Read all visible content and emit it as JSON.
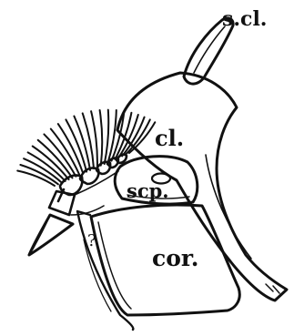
{
  "labels": {
    "supracleithrum": "s.cl.",
    "cleithrum": "cl.",
    "scapula": "scp.",
    "coracoid": "cor.",
    "unknown": "?"
  },
  "ink_color": "#111111"
}
